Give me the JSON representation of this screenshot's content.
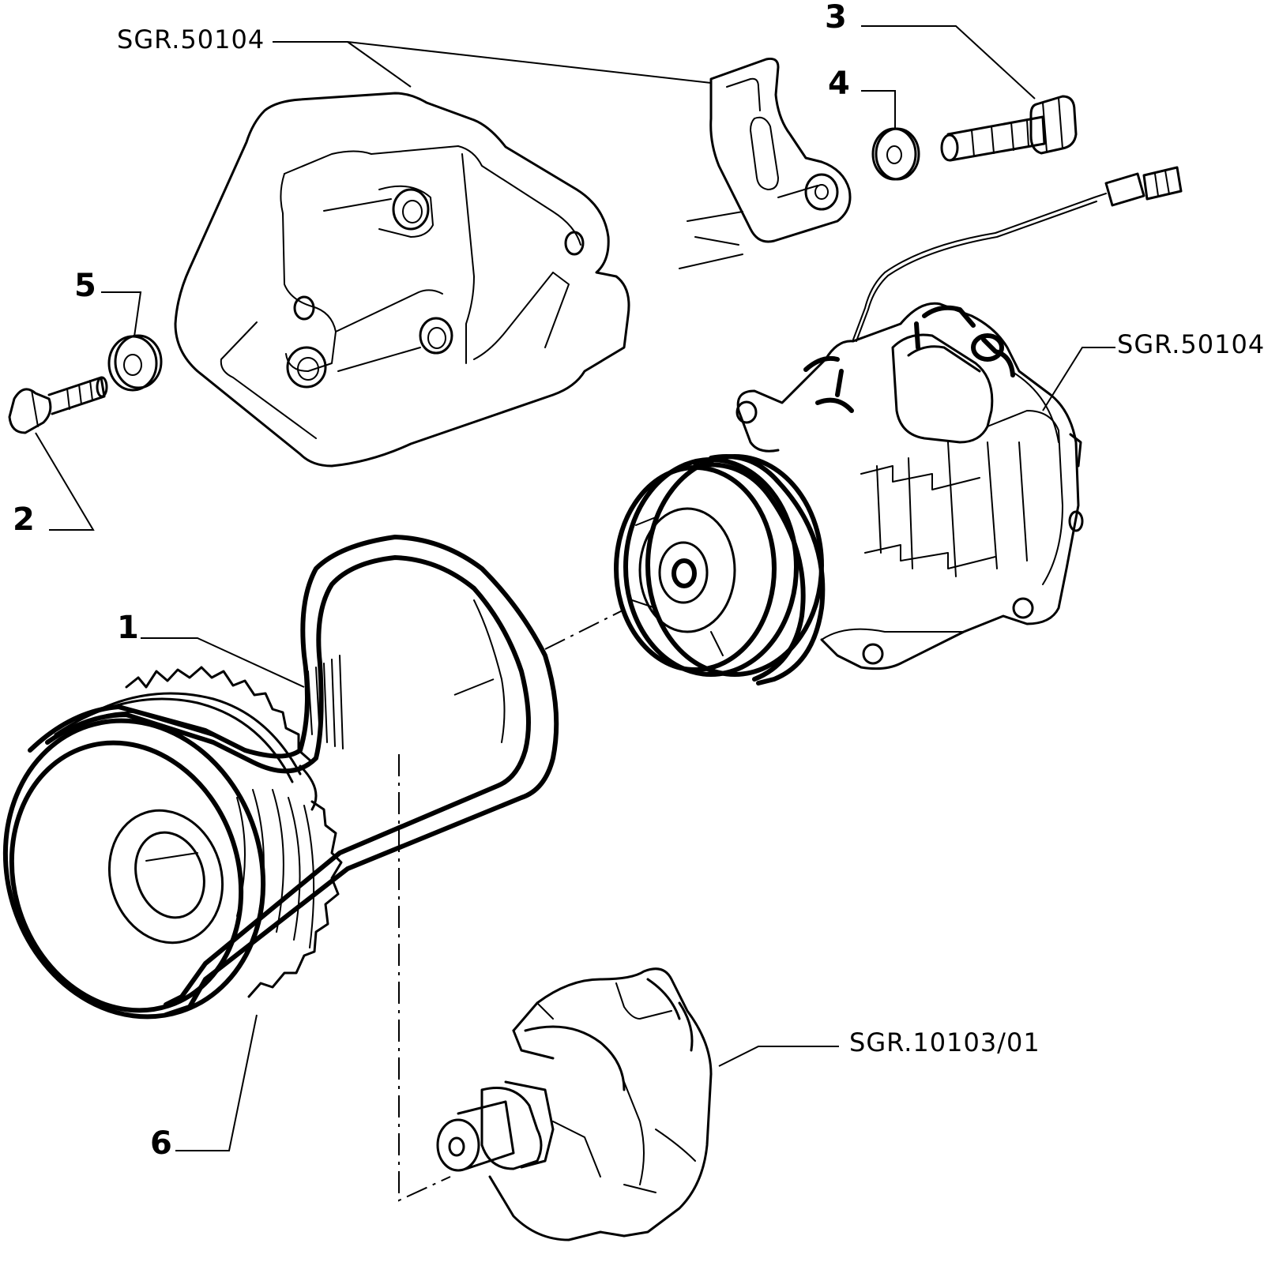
{
  "diagram": {
    "labels": {
      "ref_top": "SGR.50104",
      "ref_right": "SGR.50104",
      "ref_bottom": "SGR.10103/01",
      "part_1": "1",
      "part_2": "2",
      "part_3": "3",
      "part_4": "4",
      "part_5": "5",
      "part_6": "6"
    }
  }
}
